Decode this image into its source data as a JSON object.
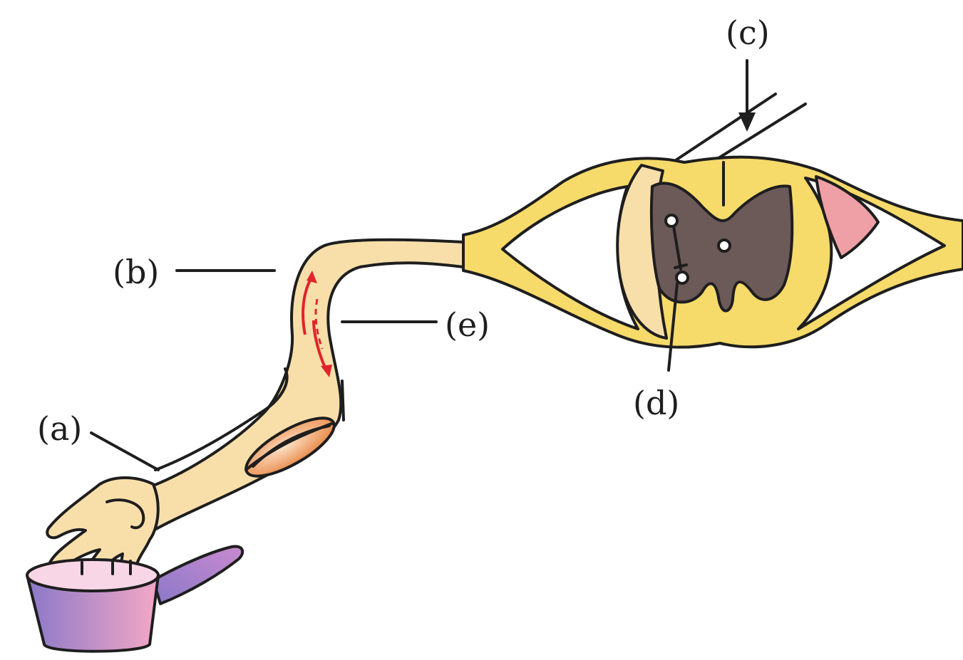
{
  "labels": {
    "a": "(a)",
    "b": "(b)",
    "c": "(c)",
    "d": "(d)",
    "e": "(e)"
  },
  "colors": {
    "skin": "#f8dfaa",
    "nerve_yellow": "#f6da6a",
    "gray_matter": "#6c5a58",
    "dorsal_root_pink": "#ef9fa6",
    "muscle_orange": "#e8803a",
    "impulse_arrow_red": "#e0242c",
    "pot_violet": "#8a78c8",
    "pot_pink": "#f4a8c6",
    "water": "#f9d6e6"
  },
  "icons": [
    "pot-icon",
    "hand-icon",
    "muscle-icon",
    "spinal-cord-icon",
    "neuron-dot-icon",
    "impulse-arrow-icon"
  ]
}
